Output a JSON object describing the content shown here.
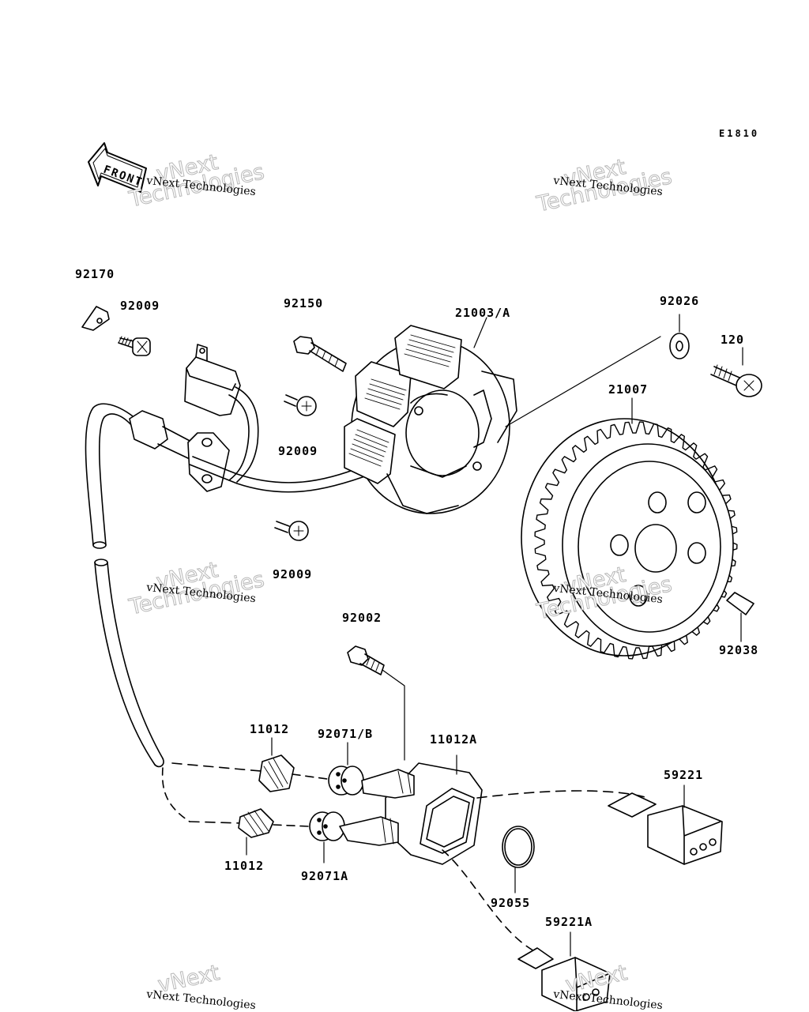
{
  "diagram_code": "E1810",
  "front_label": "FRONT",
  "watermark": {
    "outline_top": "vNext",
    "outline_bottom": "Technologies",
    "small_text": "vNext Technologies"
  },
  "parts": [
    {
      "id": "92170"
    },
    {
      "id": "92009"
    },
    {
      "id": "92150"
    },
    {
      "id": "21003/A"
    },
    {
      "id": "92026"
    },
    {
      "id": "120"
    },
    {
      "id": "21007"
    },
    {
      "id": "92009"
    },
    {
      "id": "92009"
    },
    {
      "id": "92002"
    },
    {
      "id": "92038"
    },
    {
      "id": "11012"
    },
    {
      "id": "92071/B"
    },
    {
      "id": "11012A"
    },
    {
      "id": "59221"
    },
    {
      "id": "11012"
    },
    {
      "id": "92071A"
    },
    {
      "id": "92055"
    },
    {
      "id": "59221A"
    }
  ]
}
